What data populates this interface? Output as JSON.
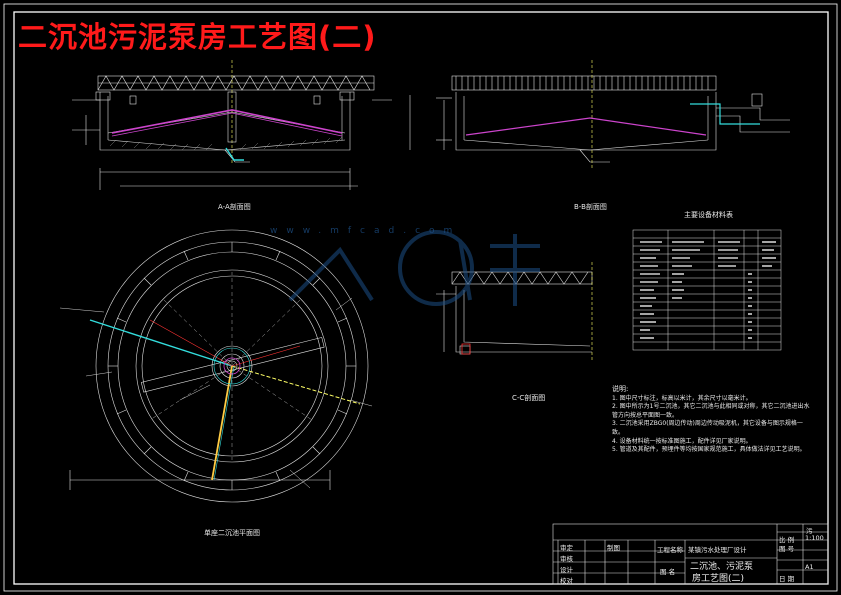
{
  "drawing_title": "二沉池污泥泵房工艺图(二)",
  "sections": {
    "aa": "A-A剖面图",
    "bb": "B-B剖面图",
    "cc": "C-C剖面图",
    "plan": "单座二沉池平面图"
  },
  "equipment_table": {
    "title": "主要设备材料表"
  },
  "notes": {
    "heading": "说明:",
    "items": [
      "1. 图中尺寸标注，标高以米计，其余尺寸以毫米计。",
      "2. 图中所示为1号二沉池，其它二沉池与此相同或对称，其它二沉池进出水管方向按总平面图一致。",
      "3. 二沉池采用ZBG0(周边传动)周边传动吸泥机，其它设备与图示规格一致。",
      "4. 设备材料统一按标准图施工，配件详见厂家说明。",
      "5. 管道及其配件，预埋件等均按国家规范施工，具体做法详见工艺说明。"
    ]
  },
  "title_block": {
    "project_name_label": "工程名称",
    "project_name": "某镇污水处理厂设计",
    "drawing_name_line1": "二沉池、污泥泵",
    "drawing_name_line2": "房工艺图(二)",
    "part_label": "图 名",
    "scale_label": "比 例",
    "scale": "1:100",
    "sheet_code": "污",
    "drawing_no_label": "图 号",
    "version": "A1",
    "date_label": "日 期",
    "roles": [
      "审定",
      "审核",
      "设计",
      "校对",
      "制图"
    ]
  },
  "watermark": "www.mfcad.com"
}
